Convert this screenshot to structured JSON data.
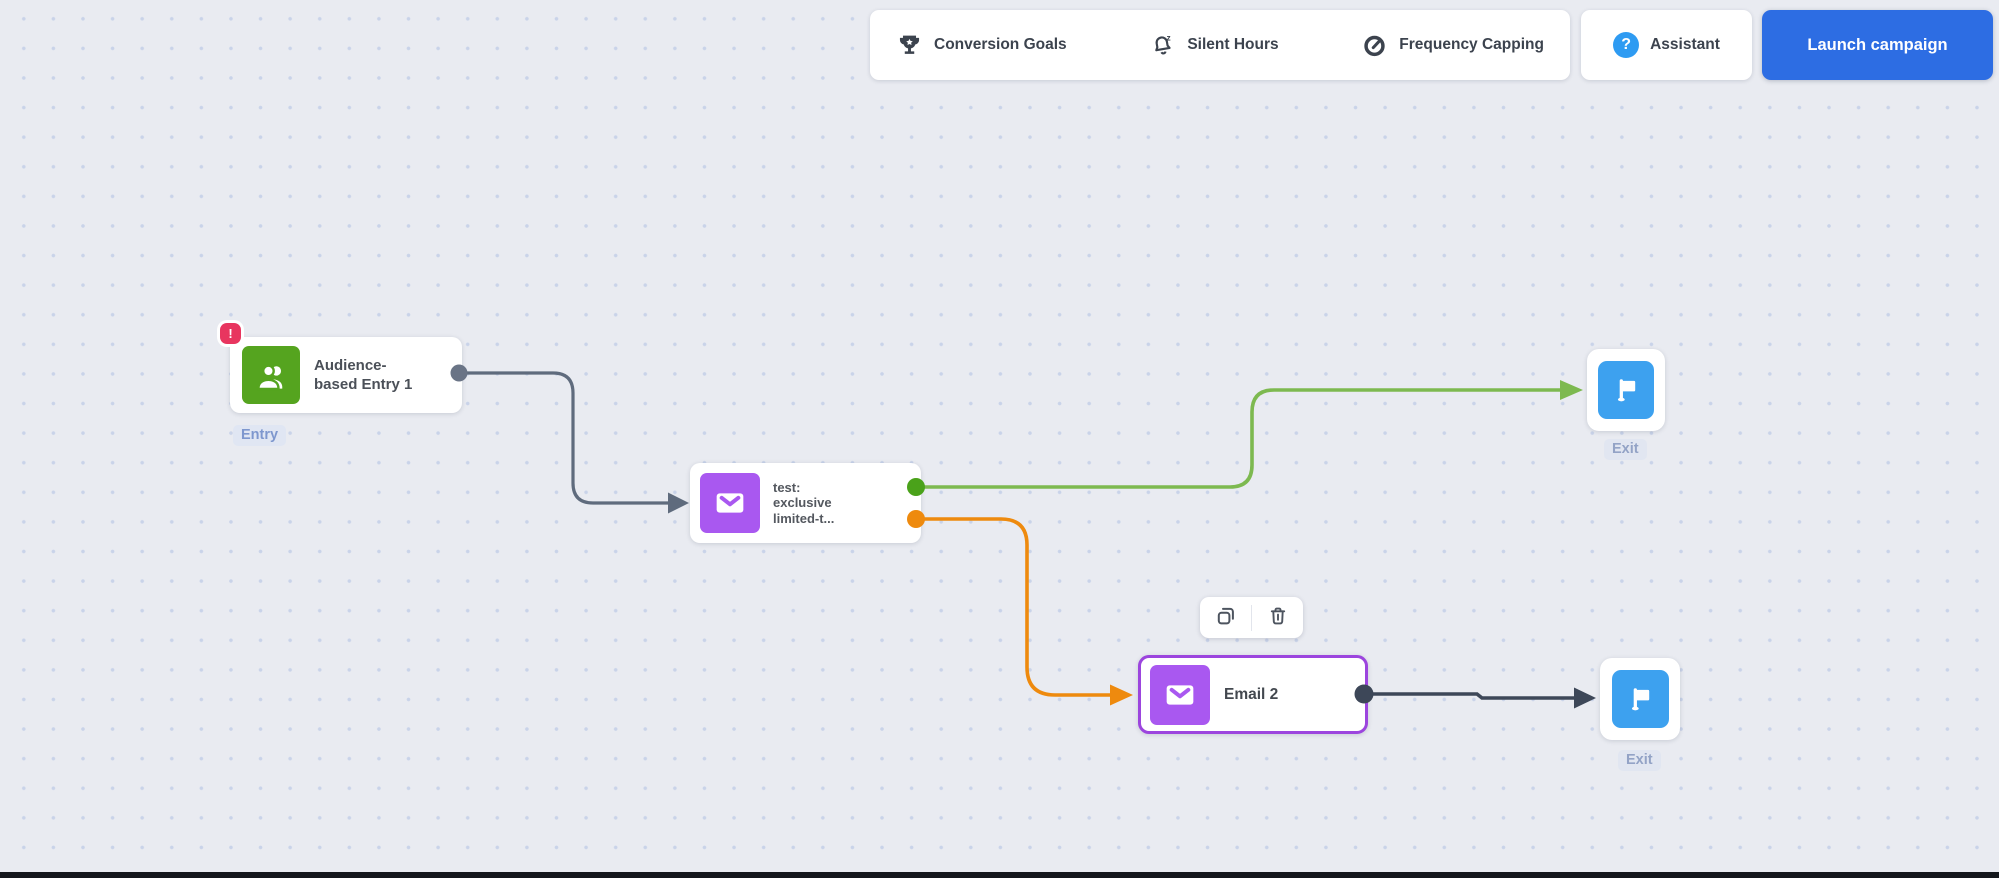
{
  "header": {
    "settings_group": {
      "items": [
        {
          "icon": "trophy-icon",
          "label": "Conversion Goals"
        },
        {
          "icon": "bell-snooze-icon",
          "label": "Silent Hours"
        },
        {
          "icon": "gauge-icon",
          "label": "Frequency Capping"
        }
      ]
    },
    "assistant": {
      "icon": "question-circle-icon",
      "glyph": "?",
      "label": "Assistant"
    },
    "launch_button": {
      "label": "Launch campaign"
    }
  },
  "canvas": {
    "nodes": {
      "entry": {
        "title": "Audience-based Entry 1",
        "title_lines": [
          "Audience-",
          "based Entry 1"
        ],
        "error_badge": "!",
        "stage_label": "Entry"
      },
      "email1": {
        "title_lines": [
          "test:",
          "exclusive",
          "limited-t..."
        ]
      },
      "email2": {
        "title": "Email 2",
        "selected": true
      },
      "exit_top": {
        "stage_label": "Exit"
      },
      "exit_bottom": {
        "stage_label": "Exit"
      }
    },
    "node_toolbar": {
      "actions": [
        "duplicate",
        "delete"
      ]
    },
    "edges": [
      {
        "from": "entry",
        "to": "email1",
        "color": "#5f6b7d"
      },
      {
        "from": "email1-port-top",
        "to": "exit_top",
        "color": "#7db950"
      },
      {
        "from": "email1-port-bottom",
        "to": "email2",
        "color": "#ee8a0e"
      },
      {
        "from": "email2",
        "to": "exit_bottom",
        "color": "#3d4758"
      }
    ],
    "colors": {
      "edge_slate": "#5f6b7d",
      "edge_green": "#7db950",
      "edge_orange": "#ee8a0e",
      "edge_dark": "#3d4758",
      "port_slate": "#6a7486",
      "port_green": "#4aa21a",
      "port_orange": "#ee8a0e",
      "port_dark": "#3d4758",
      "entry_green": "#55a41f",
      "email_purple": "#a958f0",
      "exit_blue": "#3da1ef",
      "selected_border_purple": "#9c45de",
      "error_red": "#e8355f",
      "launch_blue": "#2d6de3",
      "assistant_blue": "#2e9bf2",
      "canvas_background": "#e9ebf1"
    }
  }
}
